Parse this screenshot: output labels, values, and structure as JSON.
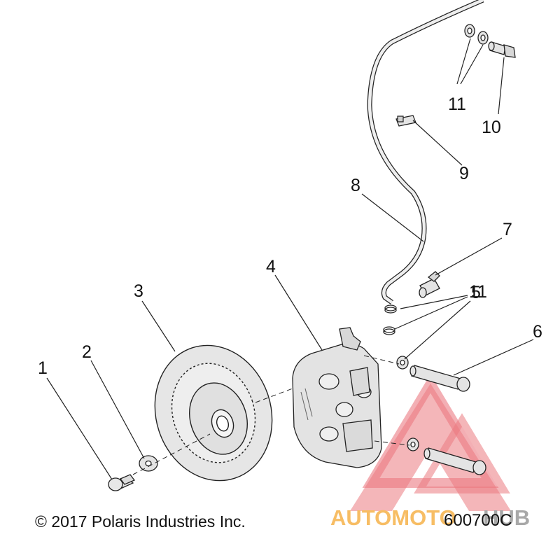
{
  "diagram": {
    "callouts": [
      {
        "id": "1",
        "label": "1"
      },
      {
        "id": "2",
        "label": "2"
      },
      {
        "id": "3",
        "label": "3"
      },
      {
        "id": "4",
        "label": "4"
      },
      {
        "id": "5",
        "label": "5"
      },
      {
        "id": "6",
        "label": "6"
      },
      {
        "id": "7",
        "label": "7"
      },
      {
        "id": "8",
        "label": "8"
      },
      {
        "id": "9",
        "label": "9"
      },
      {
        "id": "10",
        "label": "10"
      },
      {
        "id": "11a",
        "label": "11"
      },
      {
        "id": "11b",
        "label": "11"
      }
    ],
    "copyright": "© 2017 Polaris Industries Inc.",
    "figure_id": "600700C",
    "watermark": {
      "text_part1": "AUTOMOTO",
      "text_part2": "HUB",
      "color_red": "#e8626a",
      "color_orange": "#f6b24a",
      "color_gray": "#9a9a9a"
    }
  }
}
